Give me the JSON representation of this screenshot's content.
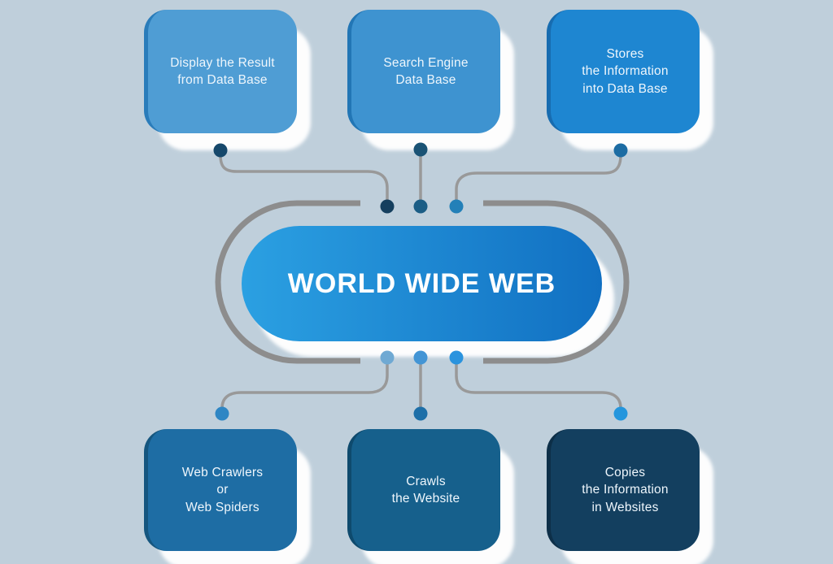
{
  "background_color": "#bfcfdb",
  "wire_color": "#999999",
  "outline_color": "#8d8d8d",
  "center_pill": {
    "label": "WORLD WIDE WEB",
    "gradient_start": "#2ba0e2",
    "gradient_end": "#1170c2",
    "text_color": "#ffffff"
  },
  "top_boxes": [
    {
      "name": "display-the-result-from-data-base",
      "text": "Display the Result\nfrom Data Base",
      "fill": "#4f9dd4",
      "edge": "#2a7cba",
      "box_dot": "#16486b",
      "ring_dot": "#153f5e"
    },
    {
      "name": "search-engine-data-base",
      "text": "Search Engine\nData Base",
      "fill": "#3e93d0",
      "edge": "#2276b5",
      "box_dot": "#1a5375",
      "ring_dot": "#1b5d85"
    },
    {
      "name": "stores-the-information-into-data-base",
      "text": "Stores\nthe Information\ninto Data Base",
      "fill": "#1e86d1",
      "edge": "#176cb0",
      "box_dot": "#1c6ca3",
      "ring_dot": "#2380b8"
    }
  ],
  "bottom_boxes": [
    {
      "name": "web-crawlers-or-web-spiders",
      "text": "Web Crawlers\nor\nWeb Spiders",
      "fill": "#1e6da4",
      "edge": "#15567f",
      "box_dot": "#2e86c4",
      "ring_dot": "#6fa9d3"
    },
    {
      "name": "crawls-the-website",
      "text": "Crawls\nthe Website",
      "fill": "#16608c",
      "edge": "#0e4a6d",
      "box_dot": "#1d6fa8",
      "ring_dot": "#4395d5"
    },
    {
      "name": "copies-the-information-in-websites",
      "text": "Copies\nthe Information\nin Websites",
      "fill": "#133f5f",
      "edge": "#0d2f48",
      "box_dot": "#2496dd",
      "ring_dot": "#2a93de"
    }
  ]
}
